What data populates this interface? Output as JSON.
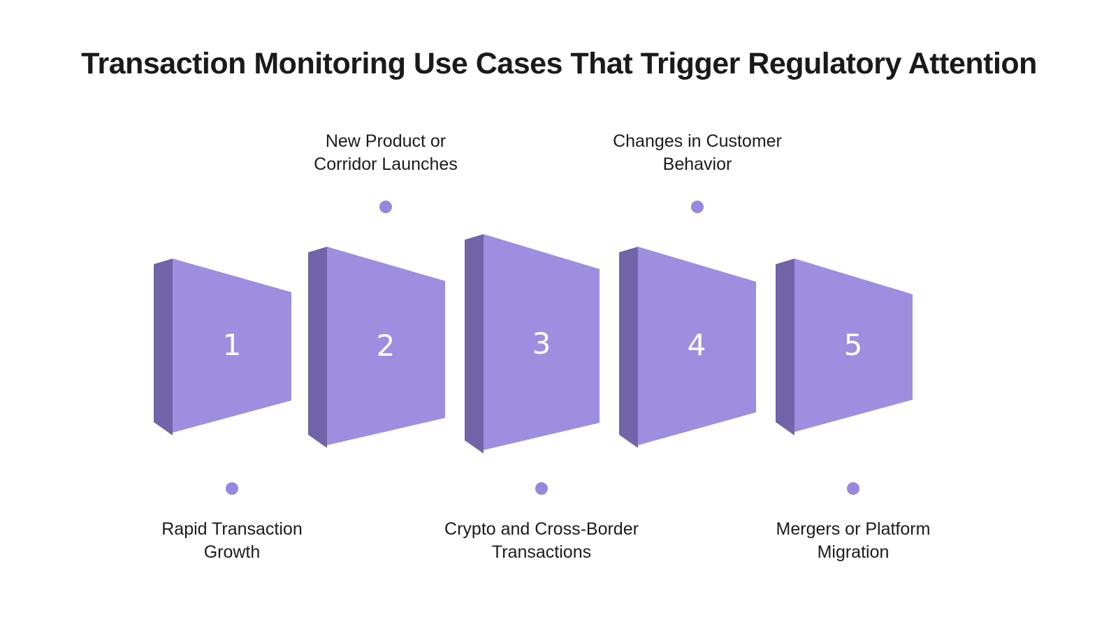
{
  "title": "Transaction Monitoring Use Cases That Trigger Regulatory Attention",
  "items": [
    {
      "number": "1",
      "label": "Rapid Transaction Growth",
      "label_lines": [
        "Rapid Transaction",
        "Growth"
      ],
      "label_position": "bottom"
    },
    {
      "number": "2",
      "label": "New Product or Corridor Launches",
      "label_lines": [
        "New Product or",
        "Corridor Launches"
      ],
      "label_position": "top"
    },
    {
      "number": "3",
      "label": "Crypto and Cross-Border Transactions",
      "label_lines": [
        "Crypto and Cross-Border",
        "Transactions"
      ],
      "label_position": "bottom"
    },
    {
      "number": "4",
      "label": "Changes in Customer Behavior",
      "label_lines": [
        "Changes in Customer",
        "Behavior"
      ],
      "label_position": "top"
    },
    {
      "number": "5",
      "label": "Mergers or Platform Migration",
      "label_lines": [
        "Mergers or Platform",
        "Migration"
      ],
      "label_position": "bottom"
    }
  ],
  "colors": {
    "background": "#FFFFFF",
    "slab_face": "#9E8EE0",
    "slab_side": "#7164A8",
    "connector_dot": "#9787DE",
    "title_text": "#1A1A1A",
    "label_text": "#1B1B1D",
    "number_text": "#FFFFFF"
  }
}
